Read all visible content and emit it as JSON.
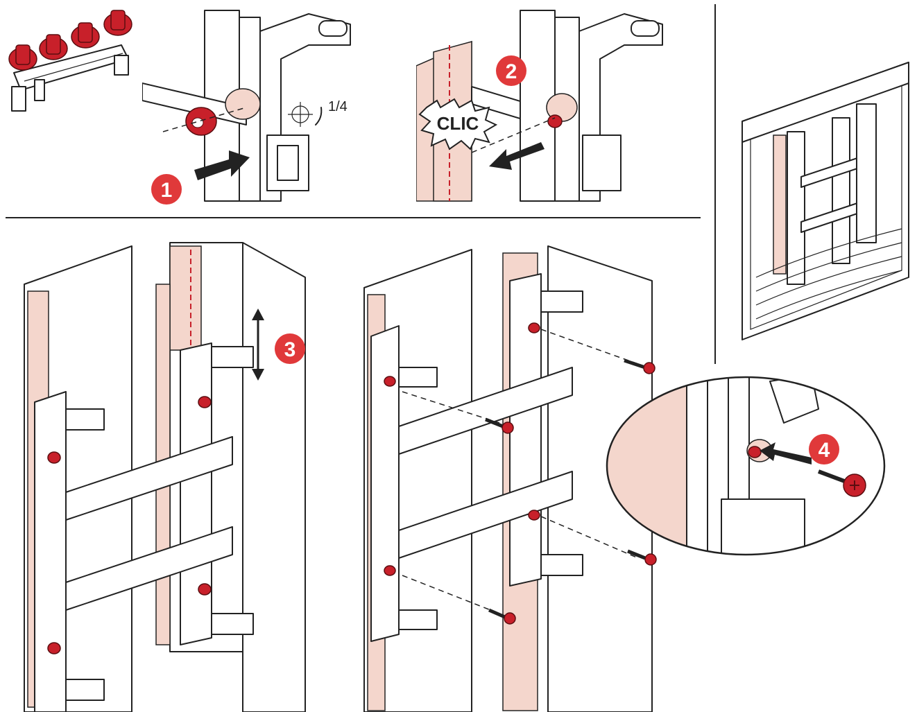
{
  "steps": [
    {
      "number": "1"
    },
    {
      "number": "2"
    },
    {
      "number": "3"
    },
    {
      "number": "4"
    }
  ],
  "annotations": {
    "rotation": "1/4",
    "click": "CLIC"
  },
  "colors": {
    "accent_red": "#c8202a",
    "wall_pink": "#f4d6cc",
    "line": "#222222"
  },
  "icons": [
    "fixing-clip-icon",
    "screw-icon",
    "rotation-arrow-icon",
    "push-arrow-icon",
    "double-arrow-icon"
  ]
}
